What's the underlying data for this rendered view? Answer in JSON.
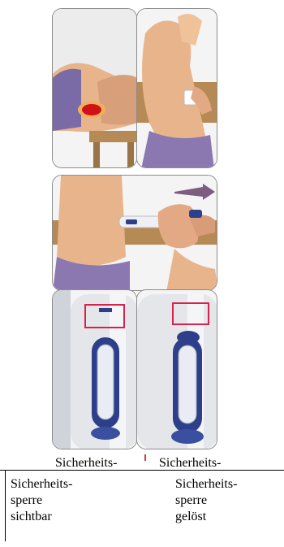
{
  "figures": [
    {
      "name": "panel-1",
      "alt": "Oberarm mit markierter Injektionsstelle"
    },
    {
      "name": "panel-2",
      "alt": "Hautdesinfektion am Oberschenkel"
    },
    {
      "name": "panel-3",
      "alt": "Pen wird an die Haut angesetzt"
    },
    {
      "name": "panel-4",
      "alt": "Pen mit sichtbarer Sicherheitssperre"
    },
    {
      "name": "panel-5",
      "alt": "Pen mit gelöster Sicherheitssperre"
    }
  ],
  "captions": {
    "left": {
      "line1": "Sicherheits-",
      "line2": "sperre",
      "line3": "sichtbar"
    },
    "right": {
      "line1": "Sicherheits-",
      "line2": "sperre",
      "line3": "gelöst"
    }
  },
  "colors": {
    "skin": "#e8b48c",
    "skin_shadow": "#c88d66",
    "cloth": "#8b78b0",
    "table": "#b58a55",
    "red_mark": "#cf1118",
    "pink_frame": "#d8214d",
    "pen_body": "#e4e6ea",
    "pen_window": "#2d3f8a"
  }
}
